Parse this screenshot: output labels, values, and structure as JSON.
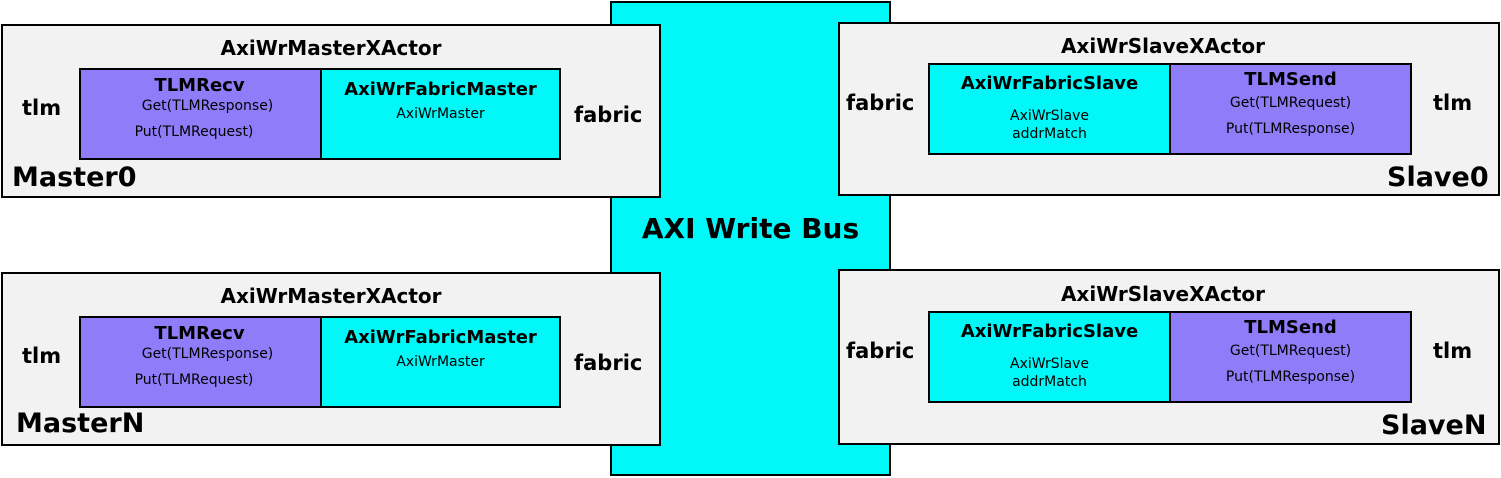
{
  "bus": {
    "label": "AXI Write Bus"
  },
  "masters": [
    {
      "instance": "Master0",
      "actor": "AxiWrMasterXActor",
      "tlm_port": "tlm",
      "fabric_port": "fabric",
      "recv": {
        "title": "TLMRecv",
        "line1": "Get(TLMResponse)",
        "line2": "Put(TLMRequest)"
      },
      "fabric": {
        "title": "AxiWrFabricMaster",
        "line1": "AxiWrMaster"
      }
    },
    {
      "instance": "MasterN",
      "actor": "AxiWrMasterXActor",
      "tlm_port": "tlm",
      "fabric_port": "fabric",
      "recv": {
        "title": "TLMRecv",
        "line1": "Get(TLMResponse)",
        "line2": "Put(TLMRequest)"
      },
      "fabric": {
        "title": "AxiWrFabricMaster",
        "line1": "AxiWrMaster"
      }
    }
  ],
  "slaves": [
    {
      "instance": "Slave0",
      "actor": "AxiWrSlaveXActor",
      "tlm_port": "tlm",
      "fabric_port": "fabric",
      "fabric": {
        "title": "AxiWrFabricSlave",
        "line1": "AxiWrSlave",
        "line2": "addrMatch"
      },
      "send": {
        "title": "TLMSend",
        "line1": "Get(TLMRequest)",
        "line2": "Put(TLMResponse)"
      }
    },
    {
      "instance": "SlaveN",
      "actor": "AxiWrSlaveXActor",
      "tlm_port": "tlm",
      "fabric_port": "fabric",
      "fabric": {
        "title": "AxiWrFabricSlave",
        "line1": "AxiWrSlave",
        "line2": "addrMatch"
      },
      "send": {
        "title": "TLMSend",
        "line1": "Get(TLMRequest)",
        "line2": "Put(TLMResponse)"
      }
    }
  ],
  "colors": {
    "bus": "#00f8f8",
    "actor": "#f2f2f2",
    "tlm_box": "#8e7cf9",
    "fabric_box": "#00f8f8"
  }
}
